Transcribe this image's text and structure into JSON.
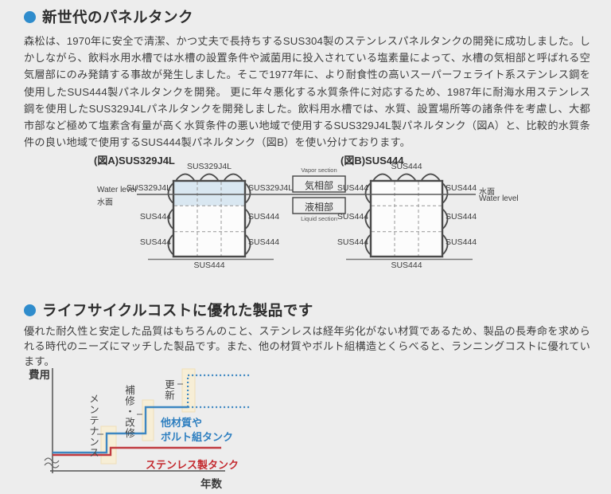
{
  "page": {
    "background": "#ededed",
    "accent_blue": "#2f8ccc"
  },
  "section1": {
    "title": "新世代のパネルタンク",
    "body": "森松は、1970年に安全で清潔、かつ丈夫で長持ちするSUS304製のステンレスパネルタンクの開発に成功しました。しかしながら、飲料水用水槽では水槽の設置条件や滅菌用に投入されている塩素量によって、水槽の気相部と呼ばれる空気層部にのみ発錆する事故が発生しました。そこで1977年に、より耐食性の高いスーパーフェライト系ステンレス鋼を使用したSUS444製パネルタンクを開発。 更に年々悪化する水質条件に対応するため、1987年に耐海水用ステンレス鋼を使用したSUS329J4Lパネルタンクを開発しました。飲料用水槽では、水質、設置場所等の諸条件を考慮し、大都市部など極めて塩素含有量が高く水質条件の悪い地域で使用するSUS329J4L製パネルタンク（図A）と、比較的水質条件の良い地域で使用するSUS444製パネルタンク（図B）を使い分けております。"
  },
  "diagram": {
    "figA": {
      "title": "(図A)SUS329J4L",
      "top_label": "SUS329J4L",
      "left_labels": [
        "SUS329J4L",
        "SUS444",
        "SUS444"
      ],
      "right_labels": [
        "SUS329J4L",
        "SUS444",
        "SUS444"
      ],
      "bottom_label": "SUS444",
      "water_en": "Water level",
      "water_ja": "水面"
    },
    "legend": {
      "vapor_en": "Vapor section",
      "vapor_ja": "気相部",
      "liquid_ja": "液相部",
      "liquid_en": "Liquid section"
    },
    "figB": {
      "title": "(図B)SUS444",
      "top_label": "SUS444",
      "left_labels": [
        "SUS444",
        "SUS444",
        "SUS444"
      ],
      "right_labels": [
        "SUS444",
        "SUS444",
        "SUS444"
      ],
      "bottom_label": "SUS444",
      "water_ja": "水面",
      "water_en": "Water level"
    },
    "colors": {
      "vapor_fill": "#d9e7f1",
      "tank_line": "#4a4a4a",
      "water_line": "#5a5a5a"
    }
  },
  "section2": {
    "title": "ライフサイクルコストに優れた製品です",
    "body": "優れた耐久性と安定した品質はもちろんのこと、ステンレスは経年劣化がない材質であるため、製品の長寿命を求められる時代のニーズにマッチした製品です。また、他の材質やボルト組構造とくらべると、ランニングコストに優れています。"
  },
  "chart_data": {
    "type": "line",
    "subtype": "step",
    "title": "",
    "xlabel": "年数",
    "ylabel": "費用",
    "xlim": [
      0,
      11.4
    ],
    "ylim": [
      0,
      6.5
    ],
    "grid": false,
    "axis_break_on_y": true,
    "units": "conceptual (no numeric ticks shown)",
    "series": [
      {
        "name": "他材質やボルト組タンク",
        "name_lines": [
          "他材質や",
          "ボルト組タンク"
        ],
        "color": "#3d87c2",
        "points": [
          [
            0,
            1.15
          ],
          [
            3.09,
            1.15
          ],
          [
            3.09,
            2.35
          ],
          [
            5.32,
            2.35
          ],
          [
            5.32,
            4.0
          ],
          [
            7.73,
            4.0
          ]
        ],
        "dotted": [
          [
            [
              7.73,
              4.0
            ],
            [
              7.73,
              6.0
            ],
            [
              11.36,
              6.0
            ]
          ],
          [
            [
              7.73,
              4.0
            ],
            [
              11.36,
              4.0
            ]
          ]
        ]
      },
      {
        "name": "ステンレス製タンク",
        "name_lines": [
          "ステンレス製タンク"
        ],
        "color": "#c13a40",
        "points": [
          [
            0,
            1.0
          ],
          [
            3.32,
            1.0
          ],
          [
            3.32,
            1.45
          ],
          [
            9.64,
            1.45
          ]
        ],
        "dotted": []
      }
    ],
    "annotations": [
      {
        "label": "メンテナンス",
        "at_x": 3.09
      },
      {
        "label": "補修・改修",
        "at_x": 5.32
      },
      {
        "label": "更新",
        "at_x": 7.73
      }
    ],
    "highlight_color": "#f7eed6"
  }
}
